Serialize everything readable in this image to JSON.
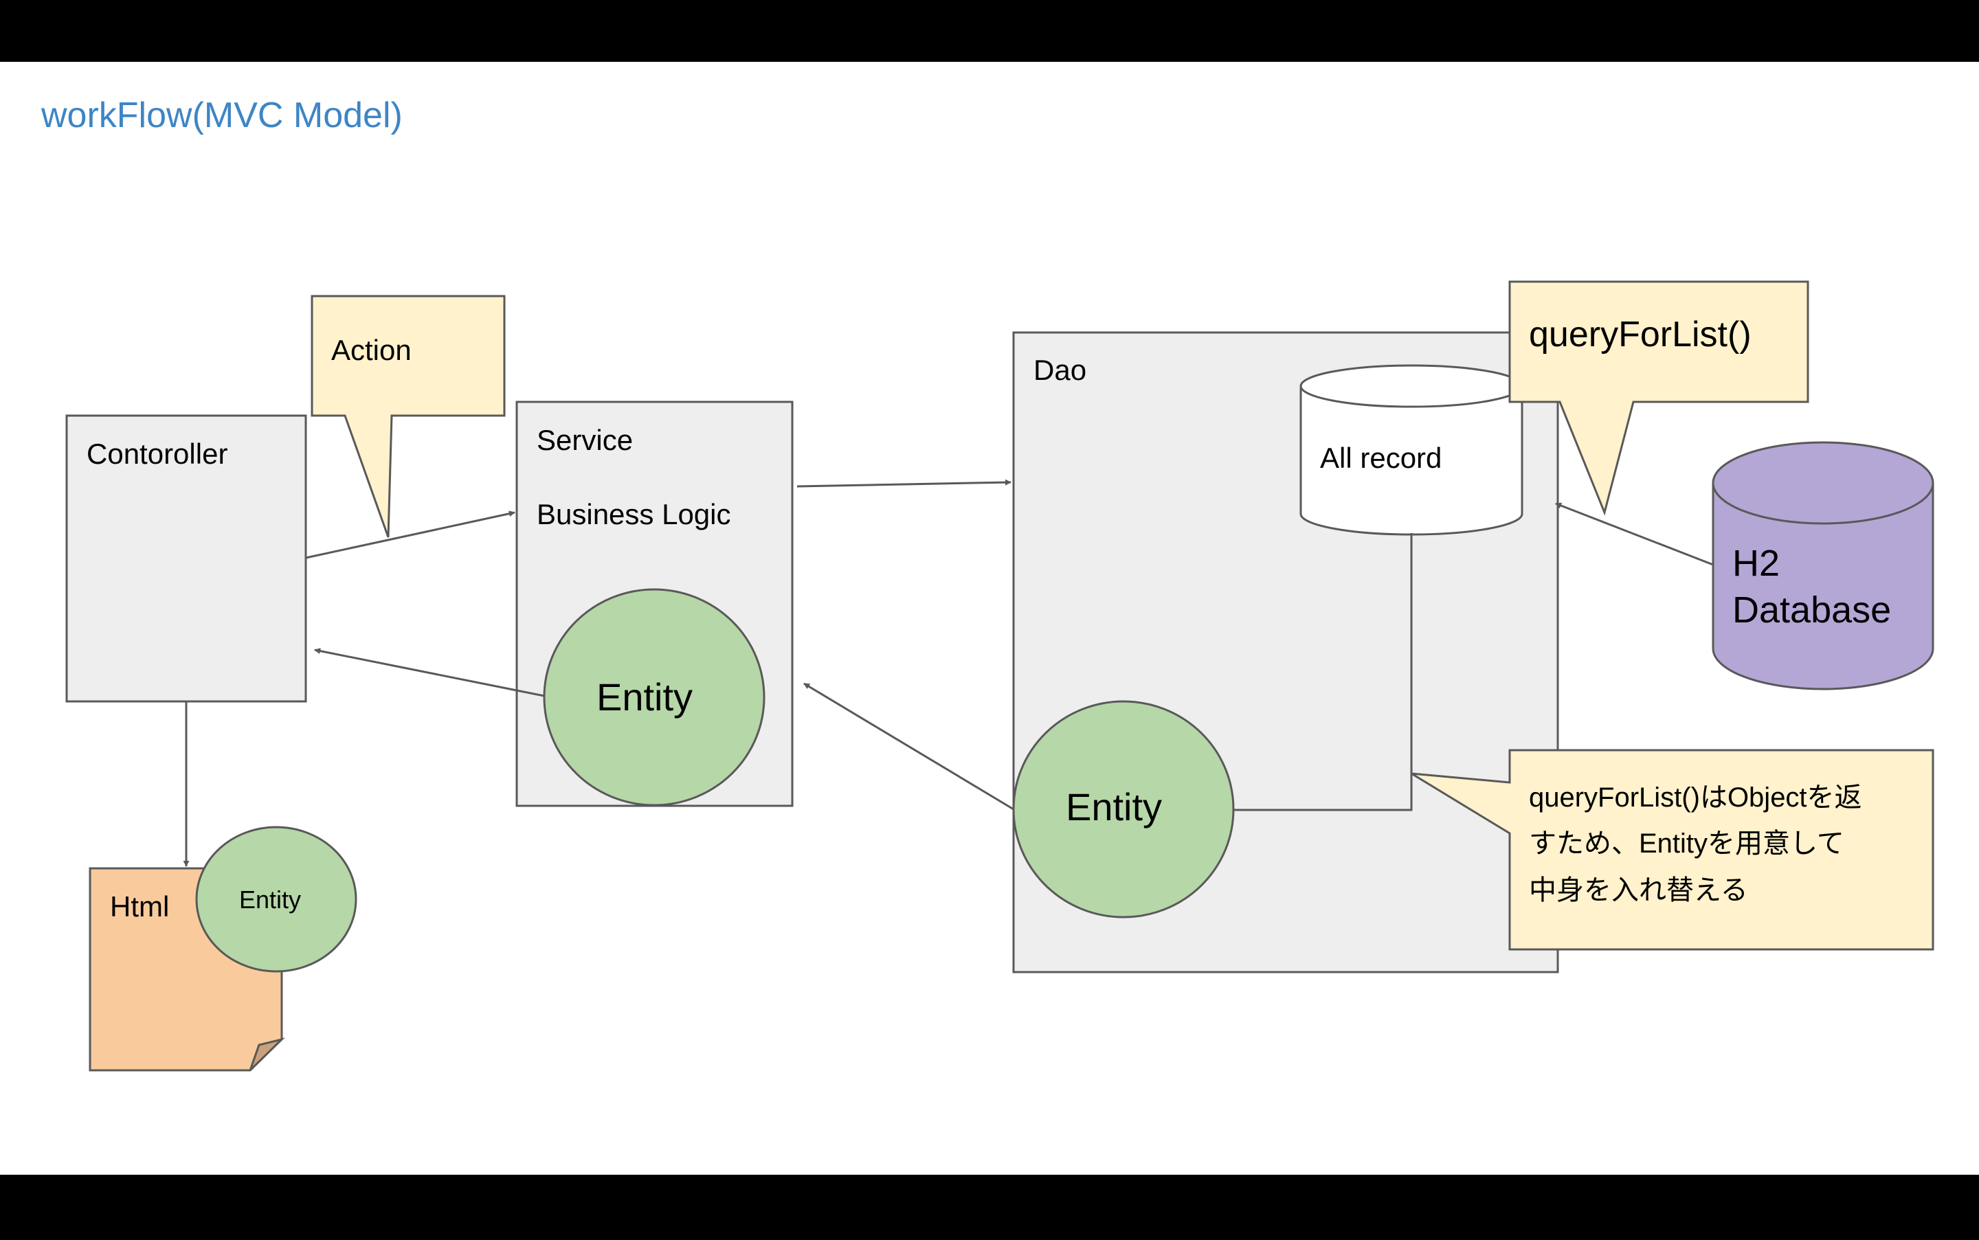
{
  "slide": {
    "title": "workFlow(MVC Model)"
  },
  "colors": {
    "title": "#3d85c6",
    "box_fill": "#eeeeee",
    "box_stroke": "#595959",
    "callout_fill": "#fff2cc",
    "entity_fill": "#b6d7a8",
    "database_fill": "#b4a7d6",
    "html_doc_fill": "#f9cb9c",
    "arrow": "#595959"
  },
  "nodes": {
    "controller": {
      "label": "Contoroller"
    },
    "service": {
      "label": "Service",
      "sublabel": "Business Logic"
    },
    "service_entity": {
      "label": "Entity"
    },
    "dao": {
      "label": "Dao"
    },
    "dao_entity": {
      "label": "Entity"
    },
    "all_record": {
      "label": "All record"
    },
    "h2_database": {
      "label_line1": "H2",
      "label_line2": "Database"
    },
    "html_doc": {
      "label": "Html"
    },
    "html_entity": {
      "label": "Entity"
    }
  },
  "callouts": {
    "action": {
      "text": "Action"
    },
    "query_for_list": {
      "text": "queryForList()"
    },
    "note": {
      "line1": "queryForList()はObjectを返",
      "line2": "すため、Entityを用意して",
      "line3": "中身を入れ替える"
    }
  },
  "edges": [
    {
      "from": "controller",
      "to": "service",
      "label": "Action"
    },
    {
      "from": "service",
      "to": "dao"
    },
    {
      "from": "h2_database",
      "to": "all_record",
      "label": "queryForList()"
    },
    {
      "from": "dao_entity",
      "to": "service"
    },
    {
      "from": "service_entity",
      "to": "controller"
    },
    {
      "from": "controller",
      "to": "html_doc"
    },
    {
      "from": "all_record",
      "to": "dao_entity"
    }
  ]
}
